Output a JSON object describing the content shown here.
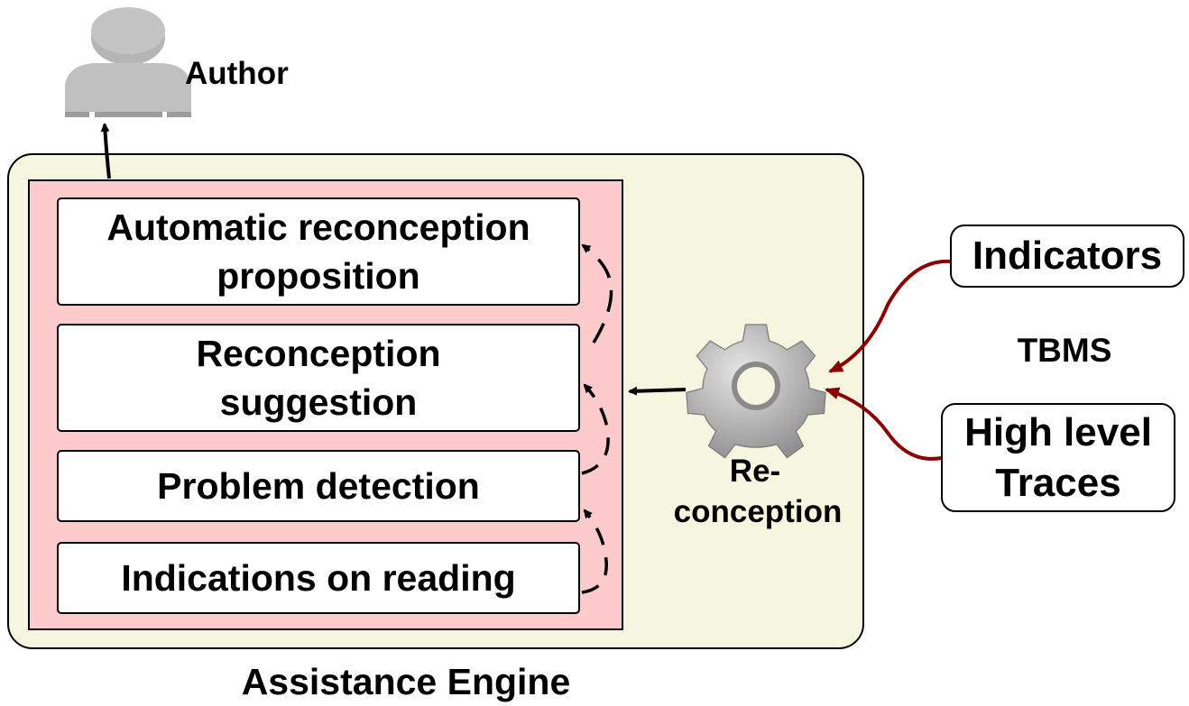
{
  "author": {
    "label": "Author"
  },
  "engine": {
    "label": "Assistance Engine",
    "steps": [
      "Automatic reconception proposition",
      "Reconception suggestion",
      "Problem detection",
      "Indications on reading"
    ]
  },
  "reconception": {
    "label_line1": "Re-",
    "label_line2": "conception"
  },
  "tbms": {
    "label": "TBMS",
    "indicators": "Indicators",
    "traces_line1": "High level",
    "traces_line2": "Traces"
  },
  "colors": {
    "engine_bg": "#f6f6e0",
    "panel_bg": "#fdcbcb",
    "input_arrow": "#8b0000",
    "gear": "#b8b8b8"
  }
}
